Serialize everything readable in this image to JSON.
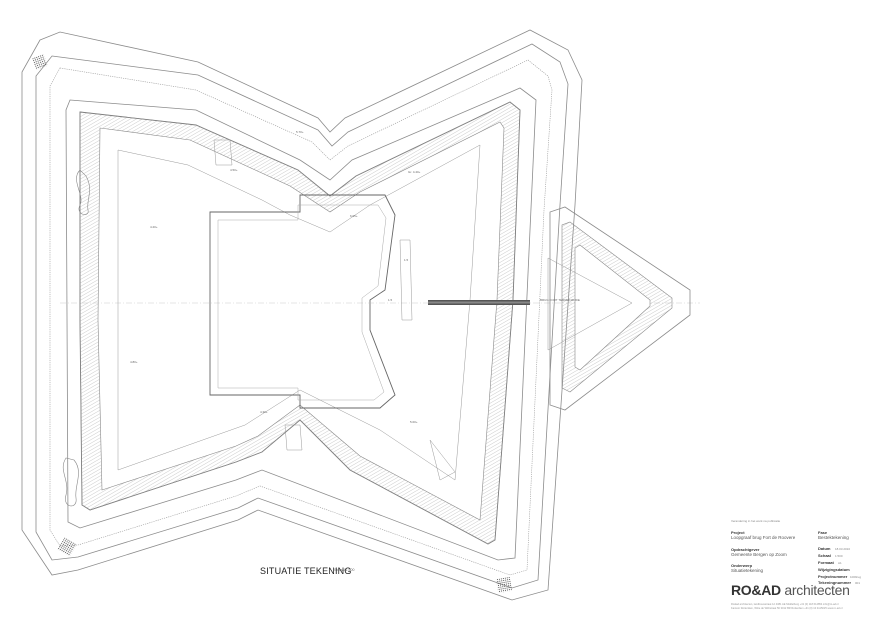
{
  "drawing": {
    "title": "SITUATIE TEKENING",
    "scale_note": "Schaal 1:500",
    "labels": {
      "main_bridge": "BRUG FORT TERREINZIJDE",
      "level_a": "4.20+",
      "level_b": "4.30+",
      "level_c": "6.05+",
      "level_d": "Gr. 4.40+",
      "level_e": "1.5",
      "level_f": "1.5",
      "level_g": "4.50+",
      "level_h": "5.70+",
      "level_i": "4.80+",
      "level_j": "5.00+"
    }
  },
  "title_block": {
    "notice": "Verandering in het werk na publicatie",
    "project_h": "Project",
    "project_v": "Loopgraaf brug Fort de Roovere",
    "client_h": "Opdrachtgever",
    "client_v": "Gemeente Bergen op Zoom",
    "subject_h": "Onderwerp",
    "subject_v": "Situatietekening",
    "phase_h": "Fase",
    "phase_v": "Bestektekening",
    "date_h": "Datum",
    "date_v": "18.03.2010",
    "scale_h": "Schaal",
    "scale_v": "1:500",
    "format_h": "Formaat",
    "format_v": "A1",
    "revision_h": "Wijzigingsdatum",
    "revision_v": "",
    "projnum_h": "Projectnummer",
    "projnum_v": "1009rug",
    "drawnum_h": "Tekeningnummer",
    "drawnum_v": "001"
  },
  "logo": {
    "bold": "RO&AD",
    "light": " architecten"
  },
  "footer": {
    "line1": "Ro&ad architecten, landbouwstraat 12 4381 AE Middelburg +31 (0) 118 614854 info@ro-ad.nl",
    "line2": "Kantoor Rotterdam, Witte de Withstraat 56 3012 BR Rotterdam +31 (0) 10 4115025 www.ro-ad.nl"
  },
  "colors": {
    "line": "#8c8c8c",
    "dark": "#555555",
    "paper": "#ffffff"
  }
}
